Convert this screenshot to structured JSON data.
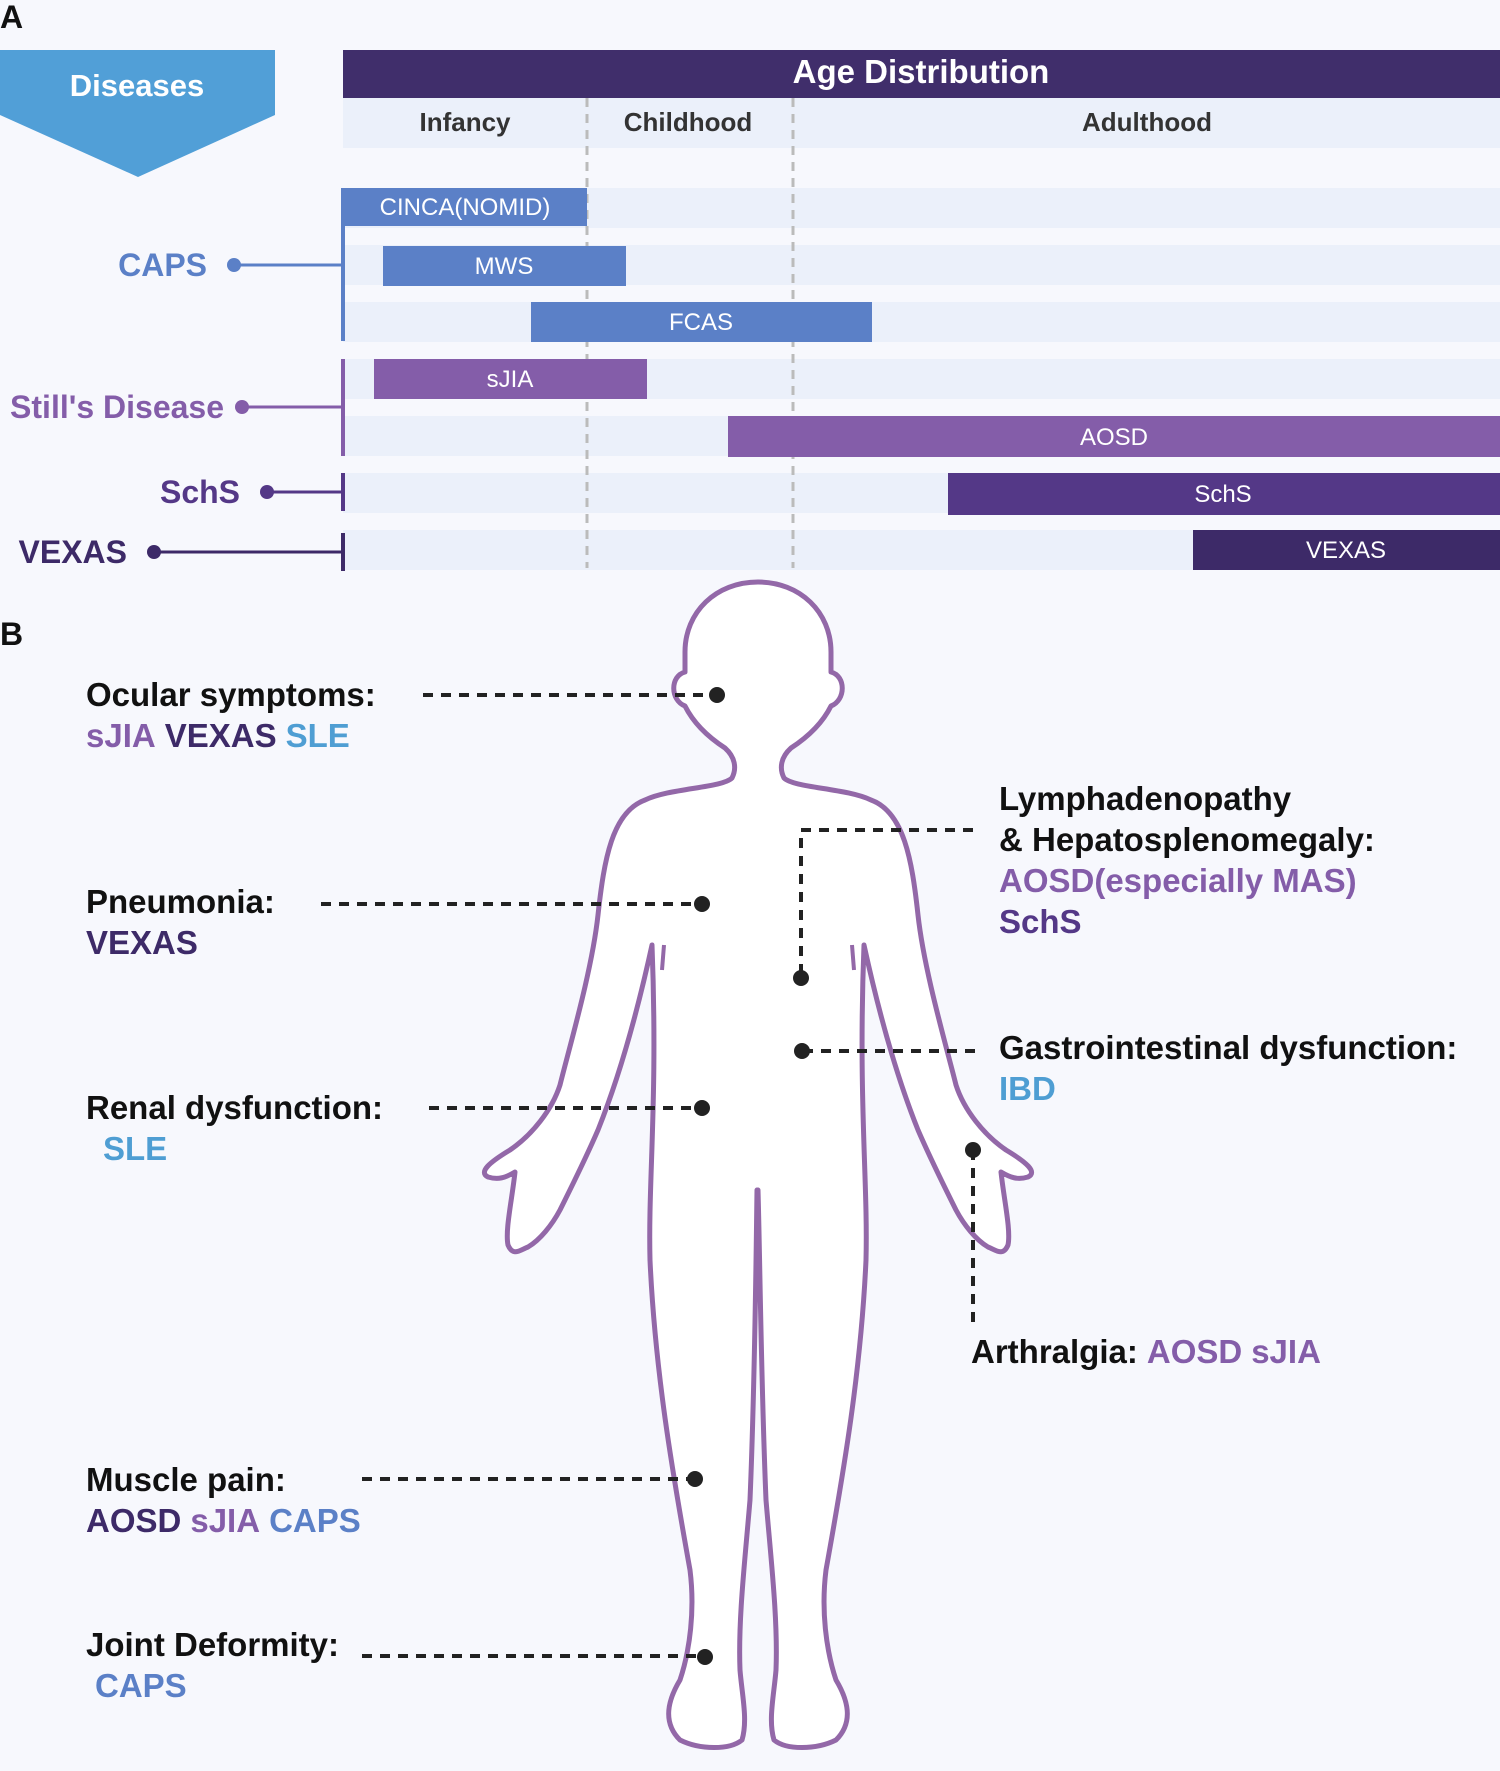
{
  "panels": {
    "a": "A",
    "b": "B"
  },
  "colors": {
    "header": "#402e6b",
    "band": "#ebf0fa",
    "caps": "#5b80c7",
    "stills": "#845da9",
    "schs": "#543887",
    "vexas": "#3d2a68",
    "sle": "#4f9ed3",
    "body_outline": "#9368a8",
    "diseases_arrow": "#519fd7"
  },
  "diseases_label": "Diseases",
  "age": {
    "title": "Age Distribution",
    "periods": [
      "Infancy",
      "Childhood",
      "Adulthood"
    ]
  },
  "groups": [
    {
      "label": "CAPS",
      "color": "#5b80c7"
    },
    {
      "label": "Still's Disease",
      "color": "#845da9"
    },
    {
      "label": "SchS",
      "color": "#543887"
    },
    {
      "label": "VEXAS",
      "color": "#3d2a68"
    }
  ],
  "rows": [
    {
      "label": "CINCA(NOMID)",
      "color": "#5b80c7"
    },
    {
      "label": "MWS",
      "color": "#5b80c7"
    },
    {
      "label": "FCAS",
      "color": "#5b80c7"
    },
    {
      "label": "sJIA",
      "color": "#845da9"
    },
    {
      "label": "AOSD",
      "color": "#845da9"
    },
    {
      "label": "SchS",
      "color": "#543887"
    },
    {
      "label": "VEXAS",
      "color": "#3d2a68"
    }
  ],
  "symptoms": [
    {
      "title": "Ocular symptoms:",
      "diseases": [
        {
          "name": "sJIA",
          "color": "#845da9"
        },
        {
          "name": "VEXAS",
          "color": "#3d2a68"
        },
        {
          "name": "SLE",
          "color": "#4f9ed3"
        }
      ]
    },
    {
      "title": "Pneumonia:",
      "diseases": [
        {
          "name": "VEXAS",
          "color": "#3d2a68"
        }
      ]
    },
    {
      "title": "Renal dysfunction:",
      "diseases": [
        {
          "name": "SLE",
          "color": "#4f9ed3"
        }
      ]
    },
    {
      "title": "Muscle pain:",
      "diseases": [
        {
          "name": "AOSD",
          "color": "#3d2a68"
        },
        {
          "name": "sJIA",
          "color": "#845da9"
        },
        {
          "name": "CAPS",
          "color": "#5b80c7"
        }
      ]
    },
    {
      "title": "Joint Deformity:",
      "diseases": [
        {
          "name": "CAPS",
          "color": "#5b80c7"
        }
      ]
    },
    {
      "title": "Lymphadenopathy",
      "title2": "& Hepatosplenomegaly:",
      "diseases": [
        {
          "name": "AOSD(especially MAS)",
          "color": "#845da9"
        },
        {
          "name": "SchS",
          "color": "#543887"
        }
      ]
    },
    {
      "title": "Gastrointestinal dysfunction:",
      "diseases": [
        {
          "name": "IBD",
          "color": "#4f9ed3"
        }
      ]
    },
    {
      "title": "Arthralgia:",
      "diseases": [
        {
          "name": "AOSD",
          "color": "#845da9"
        },
        {
          "name": "sJIA",
          "color": "#845da9"
        }
      ]
    }
  ]
}
